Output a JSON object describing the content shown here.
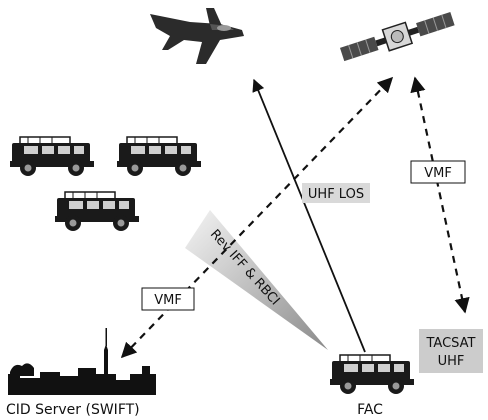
{
  "labels": {
    "uhf_los": "UHF LOS",
    "vmf_right": "VMF",
    "vmf_left": "VMF",
    "rev_iff": "Rev IFF & RBCI",
    "tacsat_line1": "TACSAT",
    "tacsat_line2": "UHF",
    "cid_server": "CID Server (SWIFT)",
    "fac": "FAC"
  },
  "colors": {
    "ink": "#111111",
    "label_fill_gray": "#d9d9d9",
    "wedge_dark": "#8c8c8c",
    "wedge_light": "#f2f2f2"
  },
  "icons": [
    "fighter-jet-icon",
    "satellite-icon",
    "land-rover-icon",
    "city-skyline-icon"
  ]
}
